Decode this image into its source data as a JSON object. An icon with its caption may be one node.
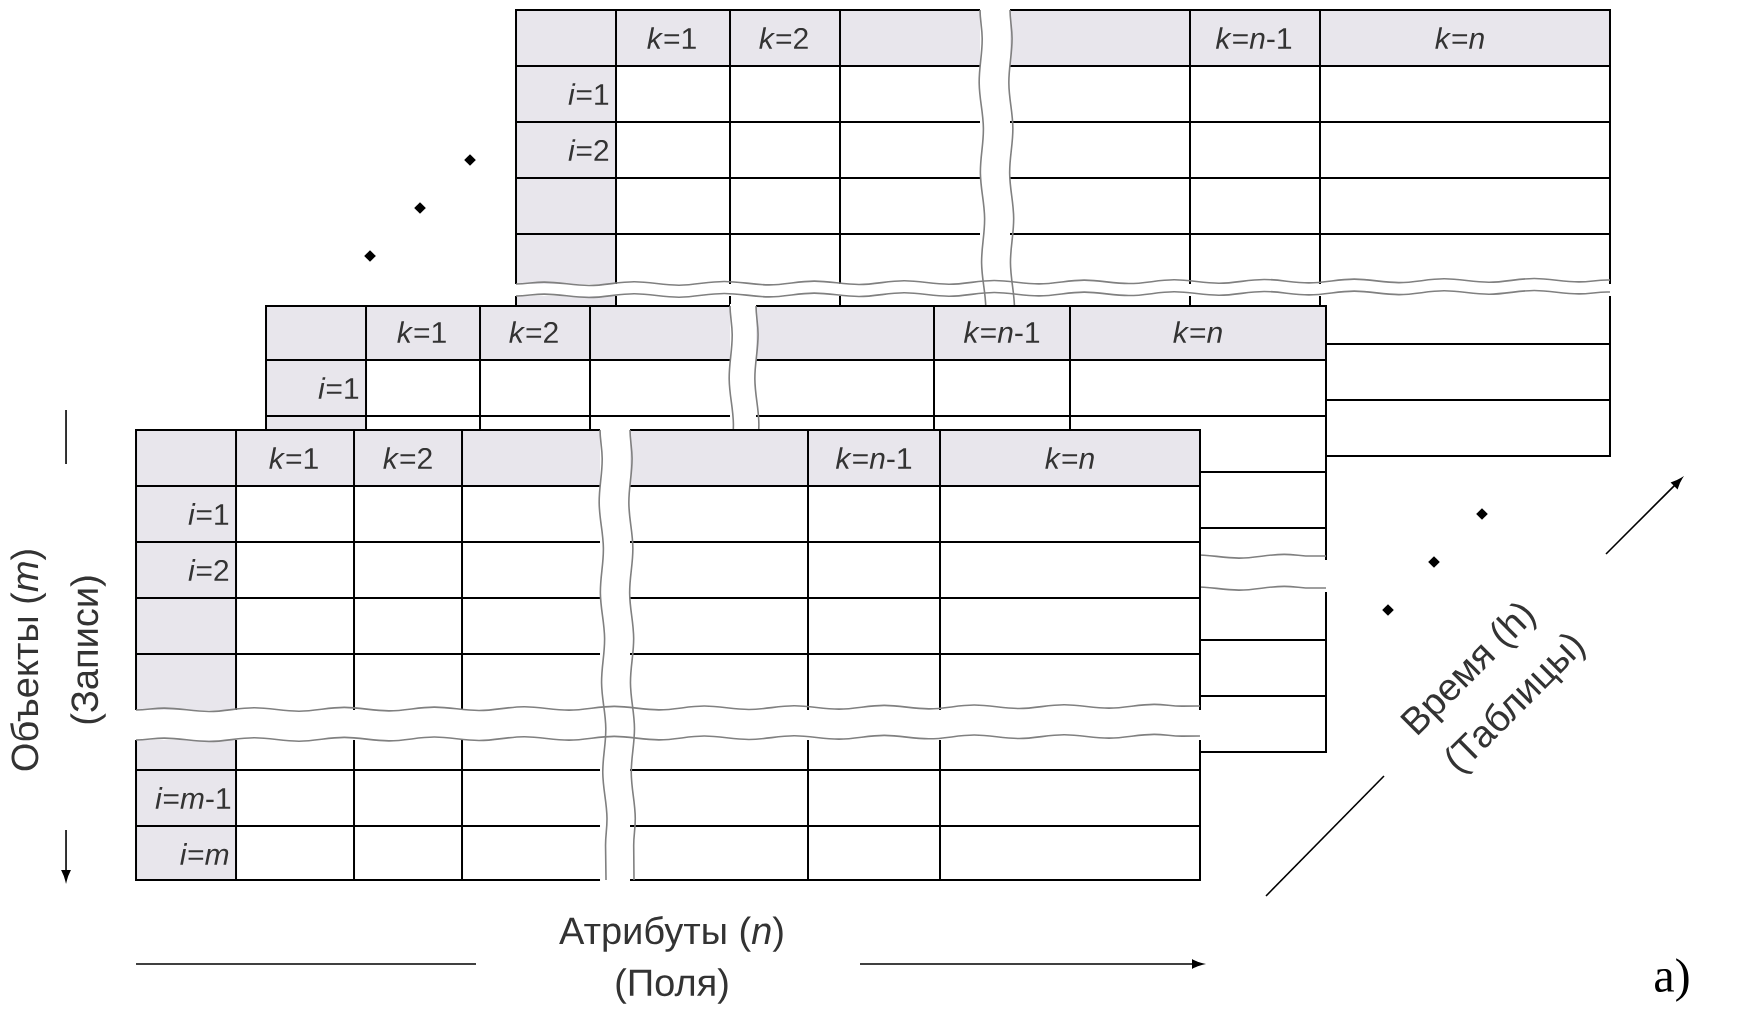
{
  "diagram": {
    "labels": [
      "*k*=1",
      "*k*=2",
      "*k*=*n*-1",
      "*k*=*n*",
      "*i*=1",
      "*i*=2",
      "*k*=1",
      "*k*=2",
      "*k*=*n*-1",
      "*k*=*n*",
      "*i*=1",
      "*k*=1",
      "*k*=2",
      "*k*=*n*-1",
      "*k*=*n*",
      "*i*=1",
      "*i*=2",
      "*i*=*m*-1",
      "*i*=*m*",
      "Объекты (*m*)",
      "(Записи)",
      "Атрибуты (*n*)",
      "(Поля)",
      "Время (h)",
      "(Таблицы)",
      "a)"
    ]
  }
}
